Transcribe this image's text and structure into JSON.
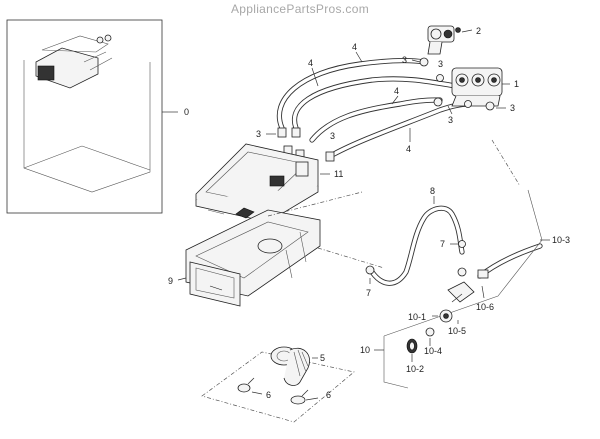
{
  "watermark": "AppliancePartsPros.com",
  "labels": {
    "p0": "0",
    "p1": "1",
    "p2": "2",
    "p3a": "3",
    "p3b": "3",
    "p3c": "3",
    "p3d": "3",
    "p3e": "3",
    "p3f": "3",
    "p4a": "4",
    "p4b": "4",
    "p4c": "4",
    "p4d": "4",
    "p5": "5",
    "p6a": "6",
    "p6b": "6",
    "p7a": "7",
    "p7b": "7",
    "p8": "8",
    "p9": "9",
    "p10": "10",
    "p10_1": "10-1",
    "p10_2": "10-2",
    "p10_3": "10-3",
    "p10_4": "10-4",
    "p10_5": "10-5",
    "p10_6": "10-6",
    "p11": "11"
  },
  "colors": {
    "line": "#333333",
    "watermark": "#a8a8a8",
    "background": "#ffffff"
  }
}
